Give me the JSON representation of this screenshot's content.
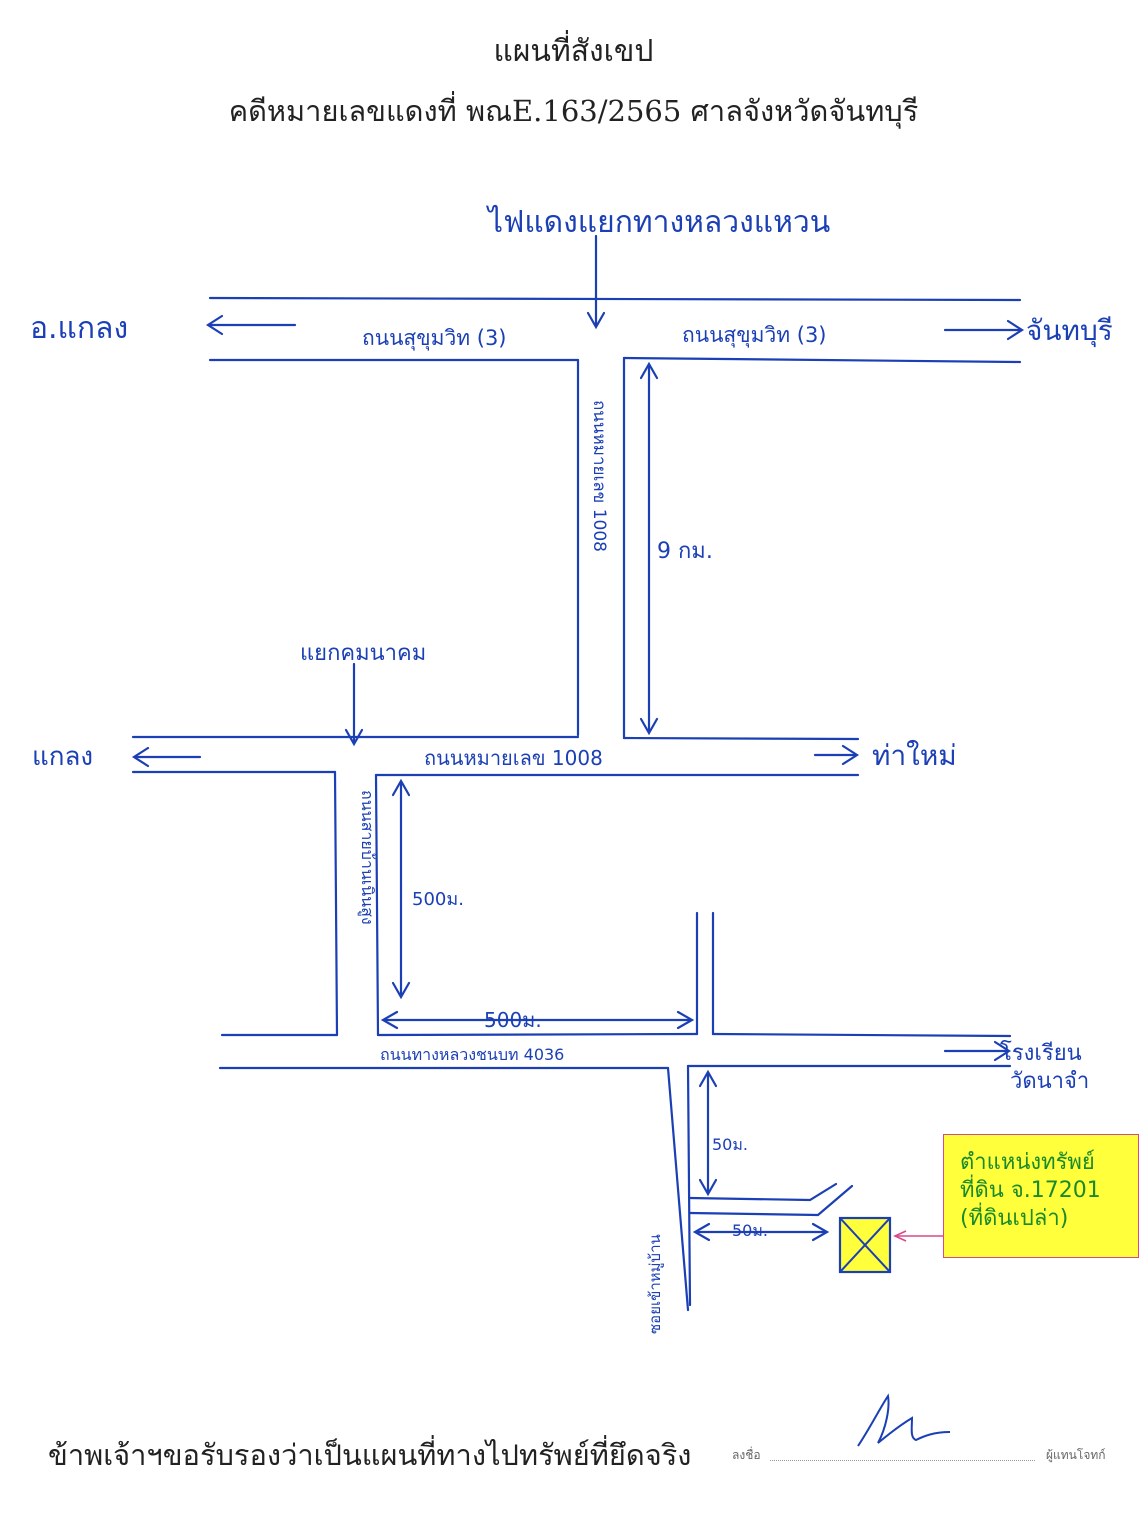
{
  "header": {
    "title": "แผนที่สังเขป",
    "subtitle": "คดีหมายเลขแดงที่ พณE.163/2565 ศาลจังหวัดจันทบุรี"
  },
  "map": {
    "labels": {
      "top_landmark": "ไฟแดงแยกทางหลวงแหวน",
      "west_destination": "อ.แกลง",
      "east_destination": "จันทบุรี",
      "road_sukhumvit_left": "ถนนสุขุมวิท (3)",
      "road_sukhumvit_right": "ถนนสุขุมวิท (3)",
      "road_1008_vertical": "ถนนหมายเลข 1008",
      "distance_9km": "9 กม.",
      "junction_label": "แยกคมนาคม",
      "west_destination_2": "แกลง",
      "east_destination_2": "ท่าใหม่",
      "road_1008_horizontal": "ถนนหมายเลข 1008",
      "side_road_vertical": "ถนนสายบ้านเนินสูง",
      "distance_500m_vertical": "500ม.",
      "distance_500m_horizontal": "500ม.",
      "road_4036": "ถนนทางหลวงชนบท 4036",
      "east_destination_3_line1": "โรงเรียน",
      "east_destination_3_line2": "วัดนาจำ",
      "distance_50m_vertical": "50ม.",
      "distance_50m_horizontal": "50ม.",
      "lane_vertical": "ซอยเข้าหมู่บ้าน"
    },
    "legend": {
      "line1": "ตำแหน่งทรัพย์",
      "line2": "ที่ดิน จ.17201",
      "line3": "(ที่ดินเปล่า)"
    },
    "colors": {
      "ink": "#1b3fb5",
      "highlight": "#ffff3c",
      "legend_text": "#1a8a2a",
      "property_fill": "#ffff3c",
      "pointer": "#d9488a"
    }
  },
  "footer": {
    "certification": "ข้าพเจ้าฯขอรับรองว่าเป็นแผนที่ทางไปทรัพย์ที่ยึดจริง",
    "sign_label": "ลงชื่อ",
    "sign_role": "ผู้แทนโจทก์"
  }
}
